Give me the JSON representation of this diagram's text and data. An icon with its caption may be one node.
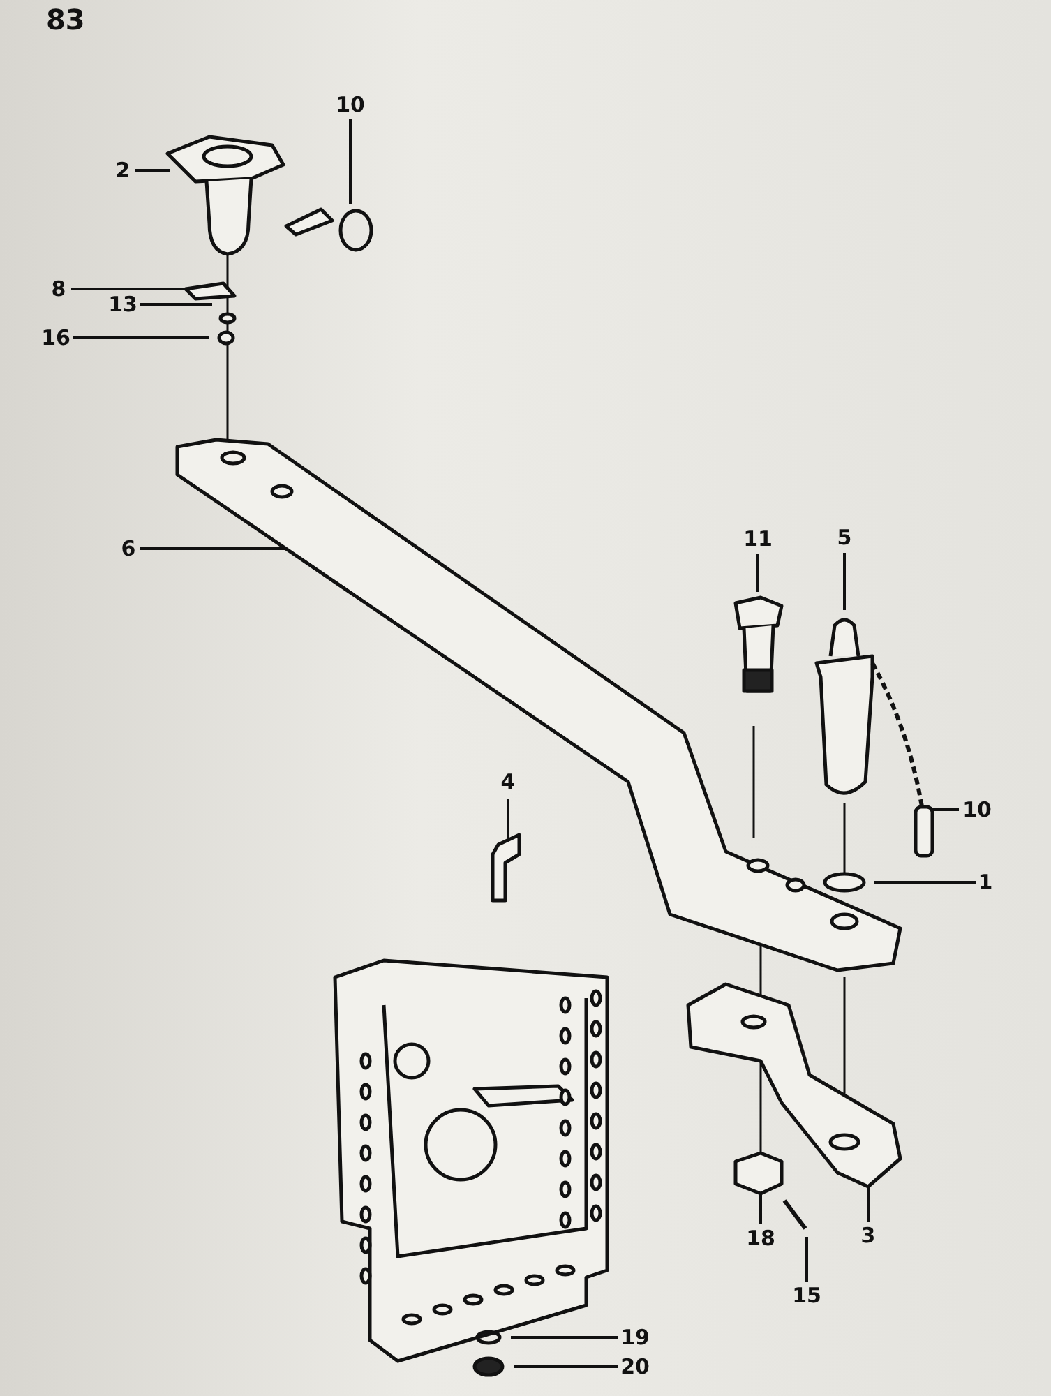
{
  "diagram": {
    "nodes": [
      {
        "text": [
          "10"
        ]
      },
      {
        "text": [
          "2"
        ]
      },
      {
        "text": [
          "8"
        ]
      },
      {
        "text": [
          "13"
        ]
      },
      {
        "text": [
          "16"
        ]
      },
      {
        "text": [
          "6"
        ]
      },
      {
        "text": [
          "11"
        ]
      },
      {
        "text": [
          "5"
        ]
      },
      {
        "text": [
          "10"
        ]
      },
      {
        "text": [
          "1"
        ]
      },
      {
        "text": [
          "4"
        ]
      },
      {
        "text": [
          "18"
        ]
      },
      {
        "text": [
          "15"
        ]
      },
      {
        "text": [
          "3"
        ]
      },
      {
        "text": [
          "19"
        ]
      },
      {
        "text": [
          "20"
        ]
      }
    ],
    "edges": [
      {
        "from": 0,
        "to": null,
        "arrow": "none"
      },
      {
        "from": 1,
        "to": null,
        "arrow": "none"
      },
      {
        "from": 2,
        "to": null,
        "arrow": "none"
      },
      {
        "from": 3,
        "to": null,
        "arrow": "none"
      },
      {
        "from": 4,
        "to": null,
        "arrow": "none"
      },
      {
        "from": 5,
        "to": null,
        "arrow": "none"
      },
      {
        "from": 6,
        "to": null,
        "arrow": "none"
      },
      {
        "from": 7,
        "to": null,
        "arrow": "none"
      },
      {
        "from": 8,
        "to": null,
        "arrow": "none"
      },
      {
        "from": 9,
        "to": null,
        "arrow": "none"
      },
      {
        "from": 10,
        "to": null,
        "arrow": "none"
      },
      {
        "from": 11,
        "to": null,
        "arrow": "none"
      },
      {
        "from": 12,
        "to": null,
        "arrow": "none"
      },
      {
        "from": 13,
        "to": null,
        "arrow": "none"
      },
      {
        "from": 14,
        "to": null,
        "arrow": "none"
      },
      {
        "from": 15,
        "to": null,
        "arrow": "none"
      }
    ],
    "labels": [
      "83"
    ]
  }
}
